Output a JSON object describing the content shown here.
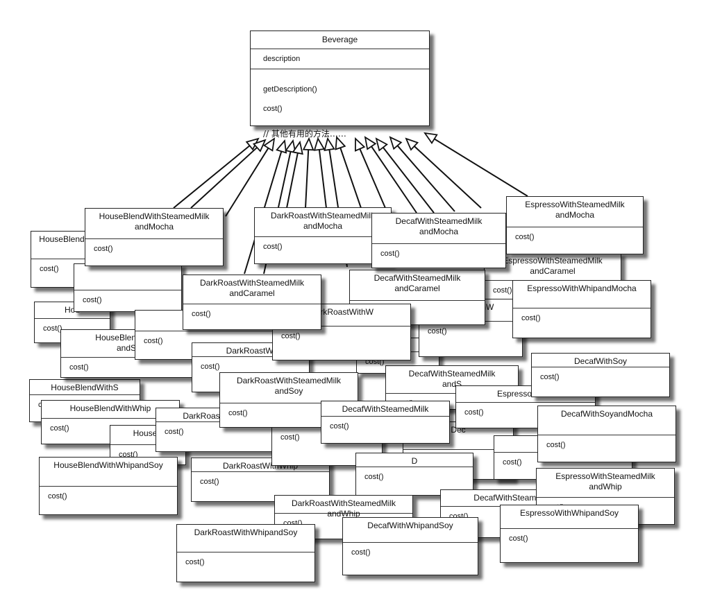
{
  "base": {
    "name": "Beverage",
    "attribute": "description",
    "methods": [
      "getDescription()",
      "cost()"
    ],
    "comment": "// 其他有用的方法……"
  },
  "subclasses": [
    {
      "name": "HouseBlendWithSteamedMilk\nandMocha",
      "method": "cost()"
    },
    {
      "name": "DarkRoastWithSteamedMilk\nandMocha",
      "method": "cost()"
    },
    {
      "name": "DecafWithSteamedMilk\nandMocha",
      "method": "cost()"
    },
    {
      "name": "EspressoWithSteamedMilk\nandMocha",
      "method": "cost()"
    },
    {
      "name": "HouseBlend",
      "method": "cost()"
    },
    {
      "name": "",
      "method": "cost()"
    },
    {
      "name": "DarkRoastWithSteamedMilk\nandCaramel",
      "method": "cost()"
    },
    {
      "name": "DecafWithSteamedMilk\nandCaramel",
      "method": "cost()"
    },
    {
      "name": "EspressoWithSteamedMilk\nandCaramel",
      "method": "cost()"
    },
    {
      "name": "EspressoWithWhipandMocha",
      "method": "cost()"
    },
    {
      "name": "Hou",
      "method": "cost()"
    },
    {
      "name": "HouseBle",
      "method": "cost()"
    },
    {
      "name": "DarkRoastWithW",
      "method": "cost()"
    },
    {
      "name": "DecafWithW",
      "method": "cost()"
    },
    {
      "name": "HouseBlendWith\nandS",
      "method": "cost()"
    },
    {
      "name": "DarkRoastWi",
      "method": "cost()"
    },
    {
      "name": "Decaf",
      "method": "cost()"
    },
    {
      "name": "DecafWithSoy",
      "method": "cost()"
    },
    {
      "name": "HouseBlendWithS",
      "method": "cost()"
    },
    {
      "name": "DarkRoastWithSteamedMilk\nandSoy",
      "method": "cost()"
    },
    {
      "name": "DecafWithSteamedMilk\nandS",
      "method": "cost()"
    },
    {
      "name": "EspressoWithS",
      "method": "cost()"
    },
    {
      "name": "HouseBlendWithWhip",
      "method": "cost()"
    },
    {
      "name": "DarkRoastWithSteamedMi",
      "method": "cost()"
    },
    {
      "name": "DarkRoa",
      "method": "cost()"
    },
    {
      "name": "DecafWithSteamedMilk",
      "method": "cost()"
    },
    {
      "name": "DecafWithSoyandMocha",
      "method": "cost()"
    },
    {
      "name": "HouseB",
      "method": "cost()"
    },
    {
      "name": "Dec",
      "method": "cost()"
    },
    {
      "name": "E",
      "method": "cost()"
    },
    {
      "name": "HouseBlendWithWhipandSoy",
      "method": "cost()"
    },
    {
      "name": "DarkRoastWithWhip",
      "method": "cost()"
    },
    {
      "name": "D",
      "method": "cost()"
    },
    {
      "name": "EspressoWithSteamedMilk\nandWhip",
      "method": "cost()"
    },
    {
      "name": "DarkRoastWithSteamedMilk\nandWhip",
      "method": "cost()"
    },
    {
      "name": "DecafWithSteamed\na",
      "method": "cost()"
    },
    {
      "name": "EspressoWithWhipandSoy",
      "method": "cost()"
    },
    {
      "name": "DarkRoastWithWhipandSoy",
      "method": "cost()"
    },
    {
      "name": "DecafWithWhipandSoy",
      "method": "cost()"
    }
  ]
}
